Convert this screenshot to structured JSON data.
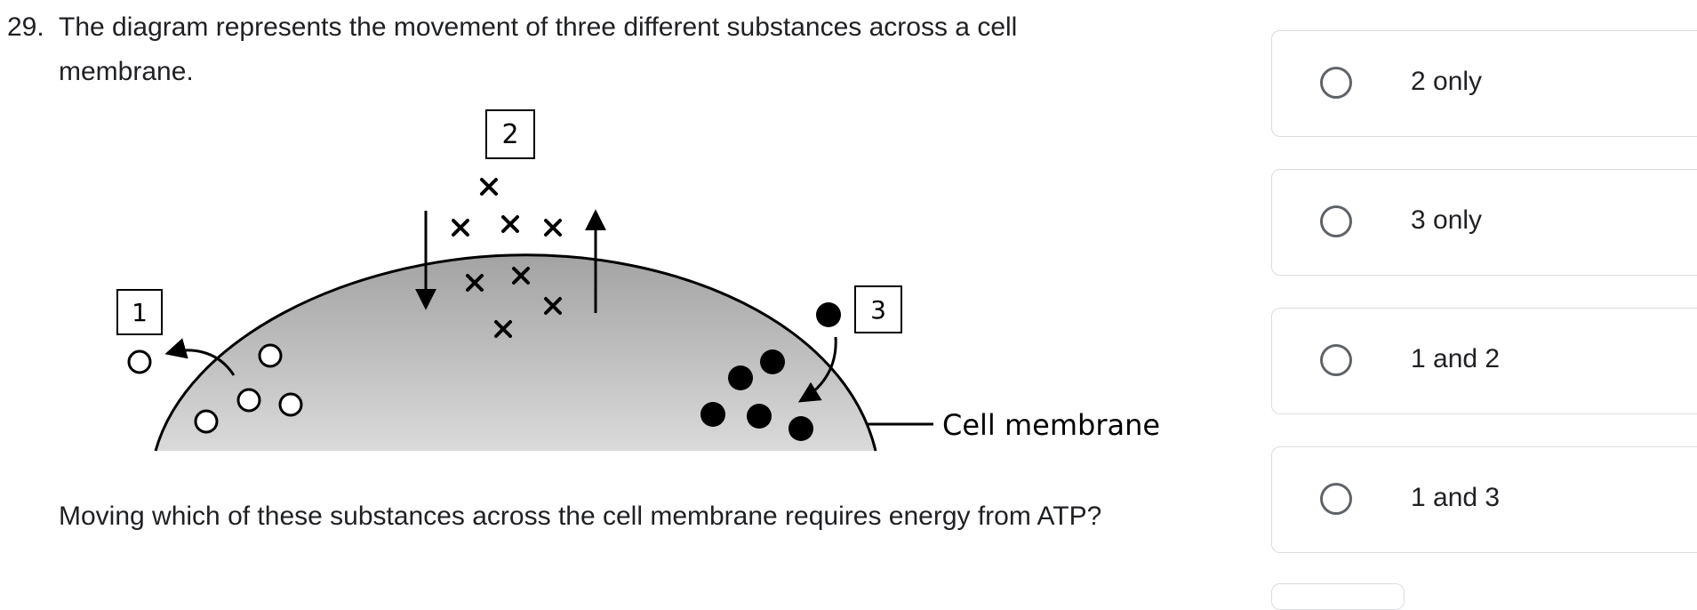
{
  "question": {
    "number": "29.",
    "text": "The diagram represents the movement of three different substances across a cell membrane.",
    "prompt": "Moving which of these substances across the cell membrane requires energy from ATP?"
  },
  "diagram": {
    "labels": {
      "box1": "1",
      "box2": "2",
      "box3": "3",
      "membrane": "Cell membrane"
    }
  },
  "options": [
    {
      "label": "2 only"
    },
    {
      "label": "3 only"
    },
    {
      "label": "1 and 2"
    },
    {
      "label": "1 and 3"
    }
  ]
}
